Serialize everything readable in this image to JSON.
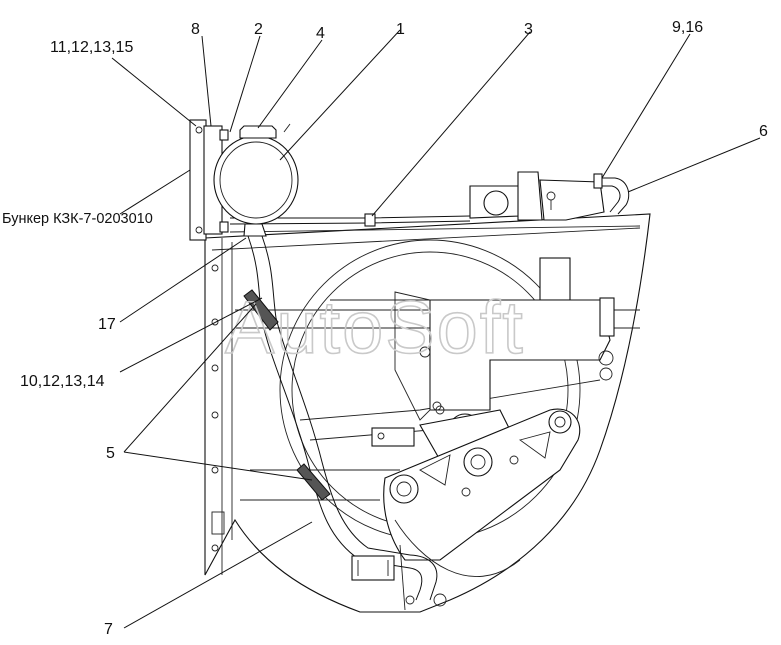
{
  "labels": {
    "l1": "1",
    "l2": "2",
    "l3": "3",
    "l4": "4",
    "l5": "5",
    "l6": "6",
    "l7": "7",
    "l8": "8",
    "l9": "9,16",
    "l11": "11,12,13,15",
    "l10": "10,12,13,14",
    "l17": "17",
    "bunker": "Бункер КЗК-7-0203010"
  },
  "watermark": "AutoSoft"
}
